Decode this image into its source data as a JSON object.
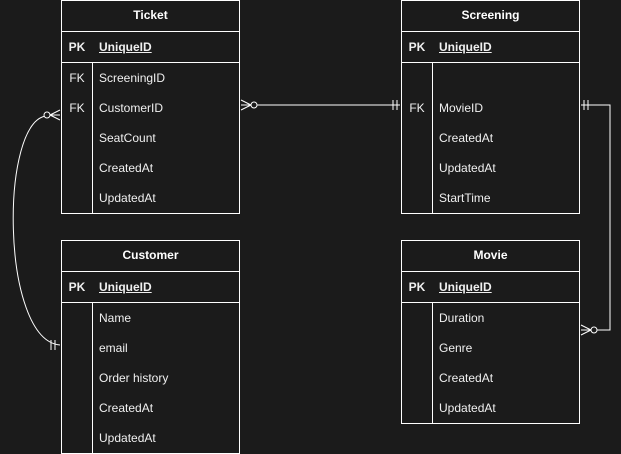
{
  "colors": {
    "background": "#1b1b1b",
    "line": "#ffffff",
    "text": "#f0f0f0"
  },
  "entities": {
    "ticket": {
      "title": "Ticket",
      "pk": {
        "key": "PK",
        "name": "UniqueID"
      },
      "fields": [
        {
          "key": "FK",
          "name": "ScreeningID"
        },
        {
          "key": "FK",
          "name": "CustomerID"
        },
        {
          "key": "",
          "name": "SeatCount"
        },
        {
          "key": "",
          "name": "CreatedAt"
        },
        {
          "key": "",
          "name": "UpdatedAt"
        }
      ]
    },
    "screening": {
      "title": "Screening",
      "pk": {
        "key": "PK",
        "name": "UniqueID"
      },
      "fields": [
        {
          "key": "",
          "name": ""
        },
        {
          "key": "FK",
          "name": "MovieID"
        },
        {
          "key": "",
          "name": "CreatedAt"
        },
        {
          "key": "",
          "name": "UpdatedAt"
        },
        {
          "key": "",
          "name": "StartTime"
        }
      ]
    },
    "customer": {
      "title": "Customer",
      "pk": {
        "key": "PK",
        "name": "UniqueID"
      },
      "fields": [
        {
          "key": "",
          "name": "Name"
        },
        {
          "key": "",
          "name": "email"
        },
        {
          "key": "",
          "name": "Order history"
        },
        {
          "key": "",
          "name": "CreatedAt"
        },
        {
          "key": "",
          "name": "UpdatedAt"
        }
      ]
    },
    "movie": {
      "title": "Movie",
      "pk": {
        "key": "PK",
        "name": "UniqueID"
      },
      "fields": [
        {
          "key": "",
          "name": "Duration"
        },
        {
          "key": "",
          "name": "Genre"
        },
        {
          "key": "",
          "name": "CreatedAt"
        },
        {
          "key": "",
          "name": "UpdatedAt"
        }
      ]
    }
  },
  "relationships": [
    {
      "from": "Ticket",
      "from_cardinality": "zero-or-many",
      "to": "Screening",
      "to_cardinality": "exactly-one"
    },
    {
      "from": "Ticket",
      "from_cardinality": "zero-or-many",
      "to": "Customer",
      "to_cardinality": "exactly-one"
    },
    {
      "from": "Screening",
      "from_cardinality": "exactly-one",
      "to": "Movie",
      "to_cardinality": "zero-or-many"
    }
  ]
}
